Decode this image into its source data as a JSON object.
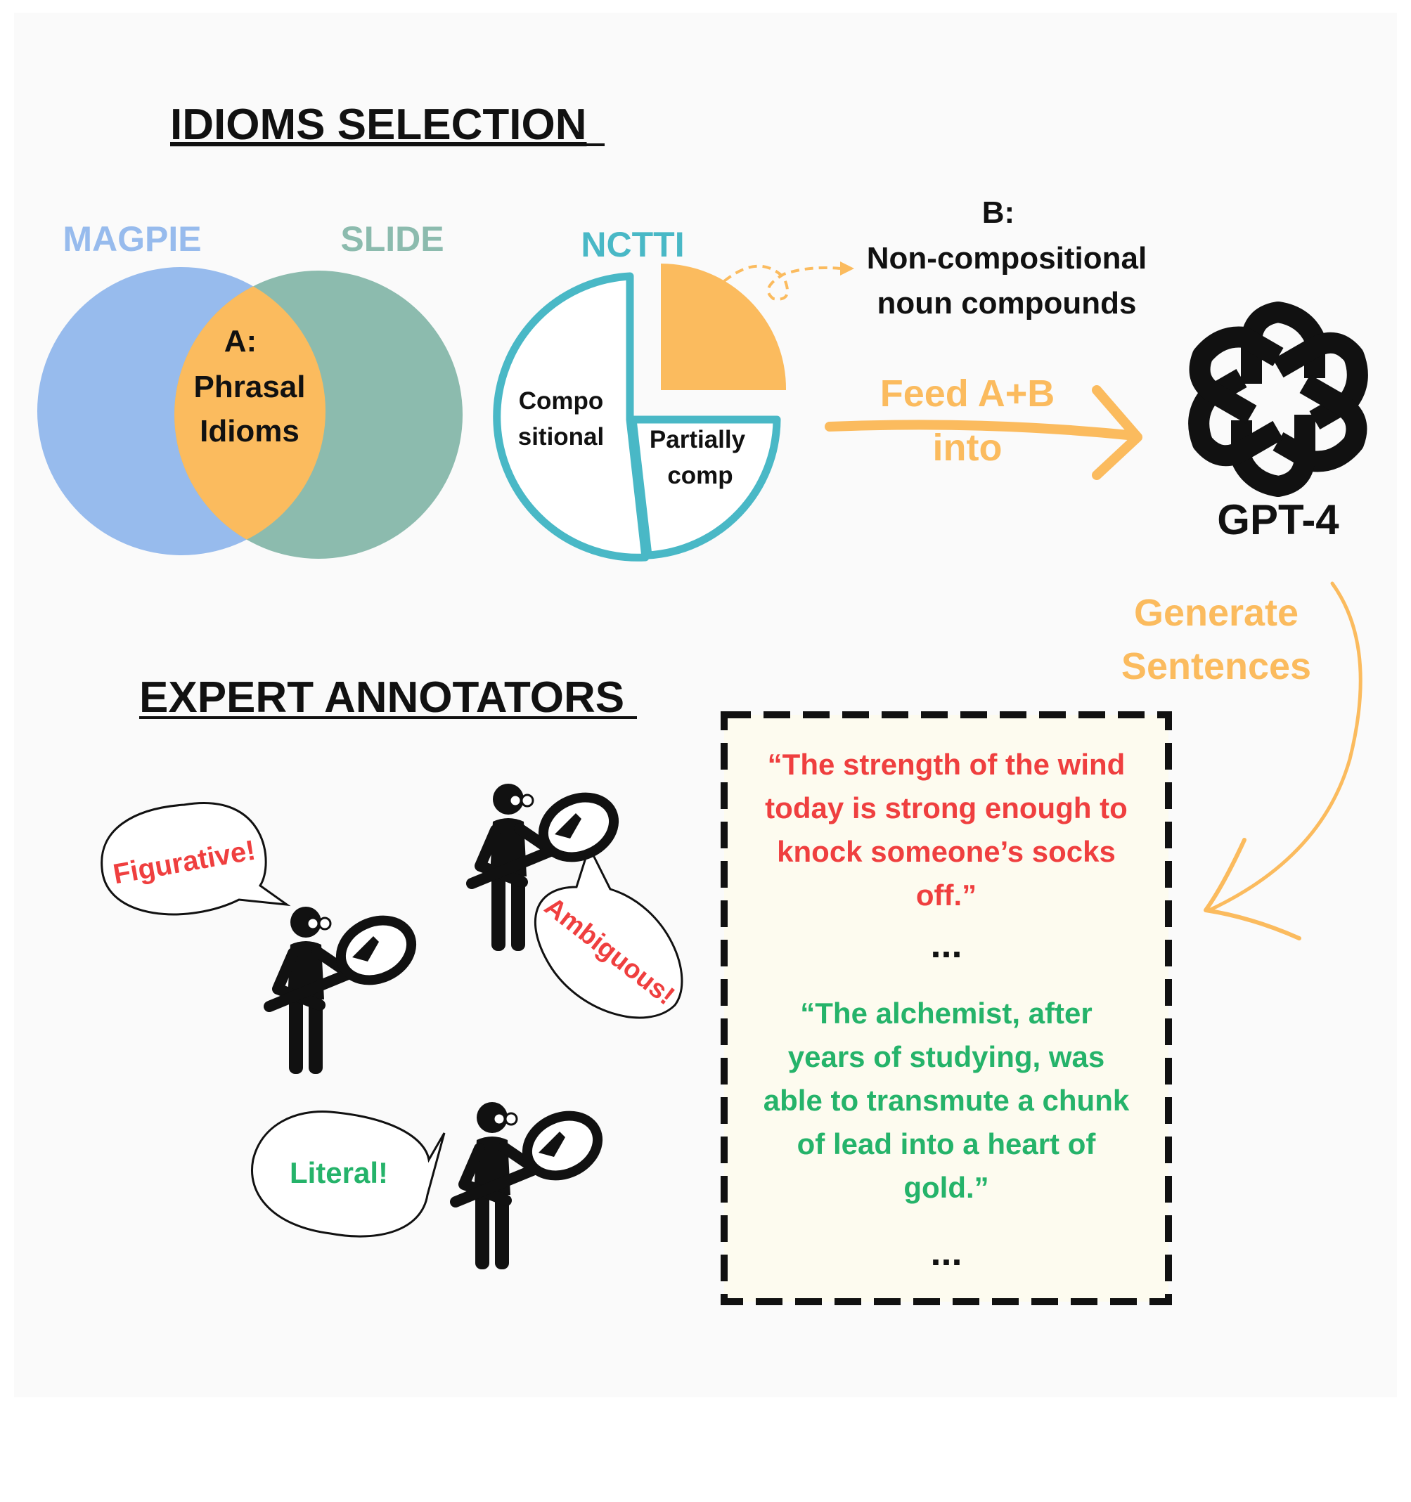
{
  "section1": {
    "title": "IDIOMS  SELECTION",
    "venn": {
      "left_label": "MAGPIE",
      "right_label": "SLIDE",
      "overlap_tag": "A:",
      "overlap_line1": "Phrasal",
      "overlap_line2": "Idioms",
      "colors": {
        "left": "#97bbed",
        "right": "#8cbbae",
        "overlap": "#fbbb5e"
      }
    },
    "pie": {
      "label": "NCTTI",
      "slice_compositional_line1": "Compo",
      "slice_compositional_line2": "sitional",
      "slice_partial_line1": "Partially",
      "slice_partial_line2": "comp",
      "colors": {
        "outline": "#49b8c6",
        "highlight": "#fbbb5e"
      }
    },
    "b_tag": "B:",
    "b_line1": "Non-compositional",
    "b_line2": "noun compounds"
  },
  "flow": {
    "feed_line1": "Feed A+B",
    "feed_line2": "into",
    "model_name": "GPT-4",
    "model_icon": "openai-logo-icon",
    "generate_line1": "Generate",
    "generate_line2": "Sentences",
    "arrow_color": "#fbbb5e"
  },
  "sentences": {
    "s1": [
      "“The strength of the wind",
      "today is strong enough to",
      "knock someone’s socks",
      "off.”"
    ],
    "ellipsis1": "...",
    "s2": [
      "“The alchemist, after",
      "years of studying, was",
      "able to transmute a chunk",
      "of lead into a heart of",
      "gold.”"
    ],
    "ellipsis2": "...",
    "colors": {
      "figurative": "#ef3f3f",
      "literal": "#25b36a",
      "box_fill": "#fdfbef"
    }
  },
  "section2": {
    "title": "EXPERT ANNOTATORS",
    "bubble_figurative": "Figurative!",
    "bubble_ambiguous": "Ambiguous!",
    "bubble_literal": "Literal!",
    "annotator_icon": "person-with-magnifier-icon"
  }
}
